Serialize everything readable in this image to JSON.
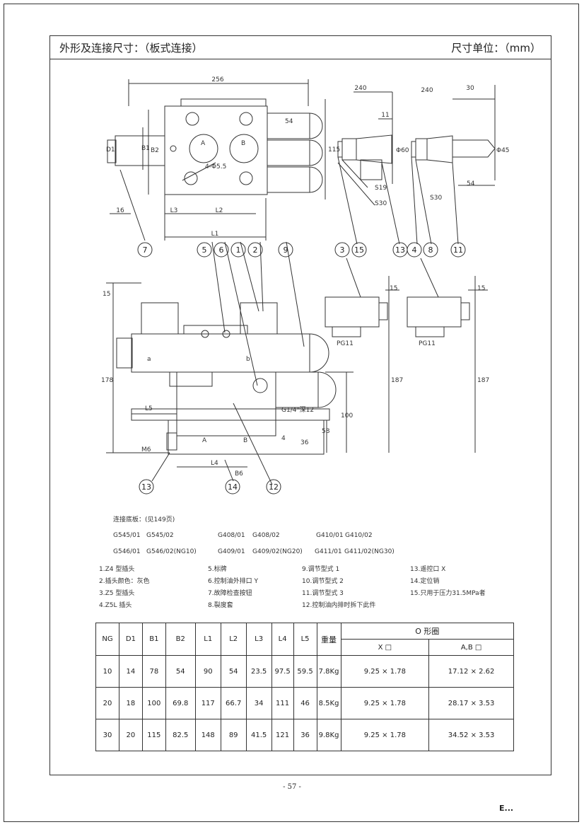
{
  "header": {
    "title": "外形及连接尺寸：（板式连接）",
    "unit": "尺寸单位：（mm）"
  },
  "drawing": {
    "dims": {
      "d256": "256",
      "d240a": "240",
      "d11": "11",
      "d240b": "240",
      "d30": "30",
      "d16": "16",
      "dL3": "L3",
      "dL2": "L2",
      "dL1": "L1",
      "dB1": "B1",
      "dB2": "B2",
      "dD1": "D1",
      "d115": "115",
      "d4hole": "4-Φ5.5",
      "d54": "54",
      "dS19": "S19",
      "dS30": "S30",
      "dS30b": "S30",
      "dPhi60": "Φ60",
      "dPhi45": "Φ45",
      "d15": "15",
      "d15b": "15",
      "d15c": "15",
      "d178": "178",
      "d187a": "187",
      "d187b": "187",
      "dL5": "L5",
      "dL4": "L4",
      "dB": "B",
      "dA": "A",
      "d100": "100",
      "d58": "58",
      "d36": "36",
      "d4": "4",
      "dM6": "M6",
      "dB6": "B6",
      "portA": "A",
      "portB": "B",
      "ga": "a",
      "gb": "b",
      "g14": "G1/4\"深12",
      "pg11a": "PG11",
      "pg11b": "PG11"
    },
    "callouts": [
      "7",
      "5",
      "6",
      "1",
      "2",
      "9",
      "3",
      "15",
      "13",
      "4",
      "8",
      "11",
      "13",
      "14",
      "12"
    ]
  },
  "connection": {
    "label": "连接底板：(见149页)",
    "rows": [
      [
        "G545/01",
        "G545/02",
        "G408/01",
        "G408/02",
        "G410/01",
        "G410/02"
      ],
      [
        "G546/01",
        "G546/02(NG10)",
        "G409/01",
        "G409/02(NG20)",
        "G411/01",
        "G411/02(NG30)"
      ]
    ]
  },
  "legend": {
    "col1": [
      "1.Z4 型插头",
      "2.插头颜色：灰色",
      "3.Z5 型插头",
      "4.Z5L 插头"
    ],
    "col2": [
      "5.标牌",
      "6.控制油外排口 Y",
      "7.故障检查按钮",
      "8.裂度套"
    ],
    "col3": [
      "9.调节型式 1",
      "10.调节型式 2",
      "11.调节型式 3",
      "12.控制油内排时拆下此件"
    ],
    "col4": [
      "13.遥控口 X",
      "14.定位销",
      "15.只用于压力31.5MPa者"
    ]
  },
  "table": {
    "headers": [
      "NG",
      "D1",
      "B1",
      "B2",
      "L1",
      "L2",
      "L3",
      "L4",
      "L5",
      "重量"
    ],
    "o_ring": "O 形圈",
    "o_sub": [
      "X □",
      "A,B □"
    ],
    "rows": [
      [
        "10",
        "14",
        "78",
        "54",
        "90",
        "54",
        "23.5",
        "97.5",
        "59.5",
        "7.8Kg",
        "9.25 × 1.78",
        "17.12 × 2.62"
      ],
      [
        "20",
        "18",
        "100",
        "69.8",
        "117",
        "66.7",
        "34",
        "111",
        "46",
        "8.5Kg",
        "9.25 × 1.78",
        "28.17 × 3.53"
      ],
      [
        "30",
        "20",
        "115",
        "82.5",
        "148",
        "89",
        "41.5",
        "121",
        "36",
        "9.8Kg",
        "9.25 × 1.78",
        "34.52 × 3.53"
      ]
    ]
  },
  "footer": {
    "page": "- 57 -",
    "mark": "E..."
  }
}
